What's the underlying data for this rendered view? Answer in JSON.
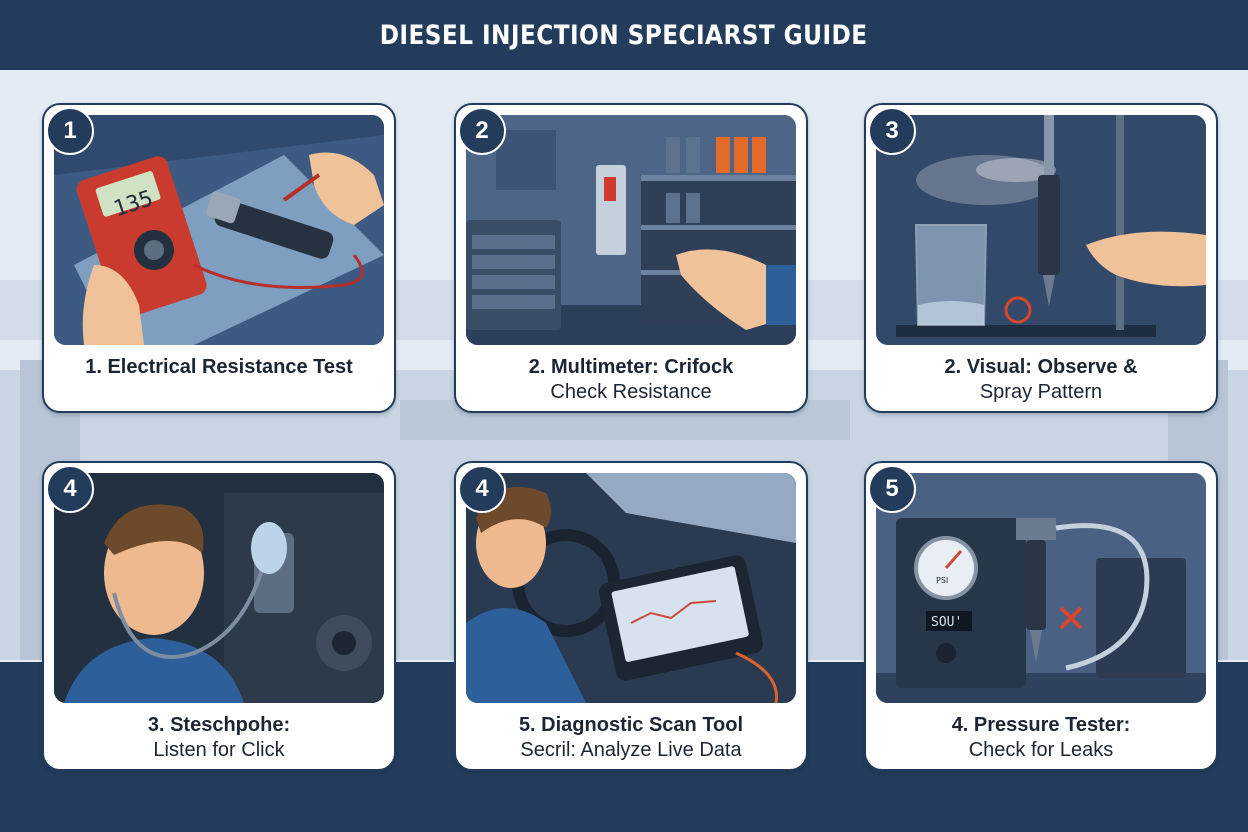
{
  "header": {
    "title": "DIESEL INJECTION SPECIARST GUIDE"
  },
  "colors": {
    "header_bg": "#233c5c",
    "card_border": "#233c5c",
    "background": "#e3ebf4",
    "floor": "#233c5c"
  },
  "cards": [
    {
      "number": "1",
      "line1": "1. Electrical Resistance Test",
      "line2": "",
      "meter_value": "135",
      "icons": [
        "multimeter-icon",
        "injector-icon",
        "hand-icon"
      ]
    },
    {
      "number": "2",
      "line1": "2. Multimeter: Crifock",
      "line2": "Check Resistance",
      "icons": [
        "tool-cabinet-icon",
        "shelf-icon",
        "hand-icon"
      ]
    },
    {
      "number": "3",
      "line1": "2. Visual: Observe &",
      "line2": "Spray Pattern",
      "icons": [
        "beaker-icon",
        "injector-icon",
        "hand-icon"
      ]
    },
    {
      "number": "4",
      "line1": "3. Steschpohe:",
      "line2": "Listen for Click",
      "icons": [
        "mechanic-icon",
        "stethoscope-icon",
        "engine-icon"
      ]
    },
    {
      "number": "4",
      "line1": "5. Diagnostic Scan Tool",
      "line2": "Secril: Analyze Live Data",
      "icons": [
        "mechanic-icon",
        "tablet-icon",
        "steering-wheel-icon"
      ]
    },
    {
      "number": "5",
      "line1": "4. Pressure Tester:",
      "line2": "Check for Leaks",
      "gauge_label": "PSI",
      "display_value": "SOU'",
      "icons": [
        "pressure-gauge-icon",
        "injector-icon",
        "hose-icon"
      ]
    }
  ]
}
